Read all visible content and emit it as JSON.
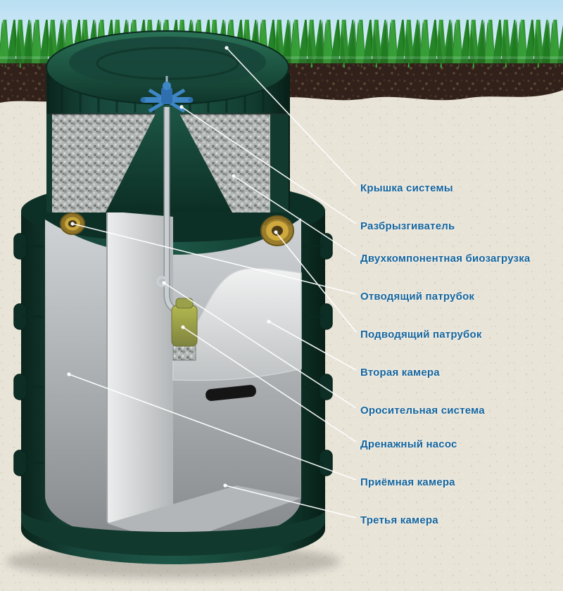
{
  "diagram": {
    "subject": "septic-tank-cutaway-diagram",
    "colors": {
      "label_text": "#15669f",
      "leader_line": "#ffffff",
      "tank_body": "#16473a",
      "grass": "#2e8c2e",
      "soil": "#31211a",
      "sand": "#e9e4d8",
      "sky": "#cfeaf7"
    },
    "labels": [
      {
        "text": "Крышка системы"
      },
      {
        "text": "Разбрызгиватель"
      },
      {
        "text": "Двухкомпонентная биозагрузка"
      },
      {
        "text": "Отводящий патрубок"
      },
      {
        "text": "Подводящий патрубок"
      },
      {
        "text": "Вторая камера"
      },
      {
        "text": "Оросительная система"
      },
      {
        "text": "Дренажный насос"
      },
      {
        "text": "Приёмная камера"
      },
      {
        "text": "Третья камера"
      }
    ]
  }
}
